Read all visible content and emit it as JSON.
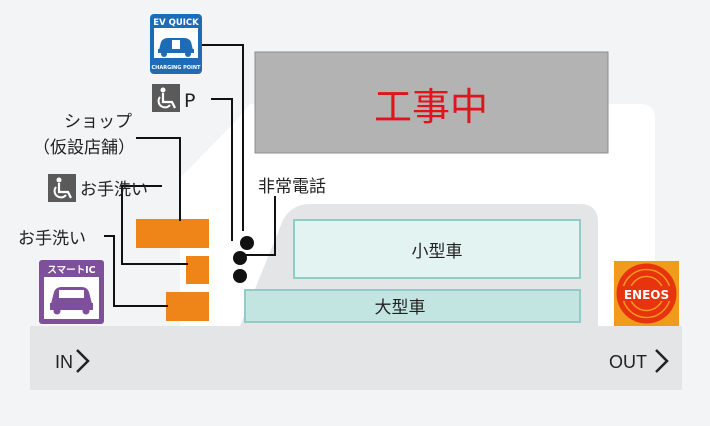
{
  "construction": {
    "label": "工事中",
    "color": "#e0141c"
  },
  "labels": {
    "ev_quick": [
      "EV QUICK",
      "CHARGING POINT"
    ],
    "accessible_parking": "P",
    "shop": [
      "ショップ",
      "（仮設店舗）"
    ],
    "accessible_toilet": "お手洗い",
    "toilet": "お手洗い",
    "emergency_phone": "非常電話",
    "smart_ic": "スマートIC",
    "small_car": "小型車",
    "large_car": "大型車",
    "entry": "IN",
    "exit": "OUT",
    "eneos": "ENEOS"
  },
  "colors": {
    "facility_orange": "#ef8418",
    "parking_fill": "#e3f3f1",
    "parking_fill_large": "#c3e5e1",
    "parking_stroke": "#8fcdc6",
    "road": "#e4e5e7",
    "area": "#ffffff",
    "construction_fill": "#b3b3b3",
    "ev_blue": "#1e6cb5",
    "accessible_gray": "#5a5a5a",
    "smart_ic_purple": "#7e4f9a",
    "eneos_red": "#e8330f",
    "eneos_orange": "#f29a1d"
  },
  "icons": [
    "ev-charging-icon",
    "wheelchair-icon",
    "car-icon",
    "arrow-right-icon",
    "eneos-logo-icon"
  ]
}
